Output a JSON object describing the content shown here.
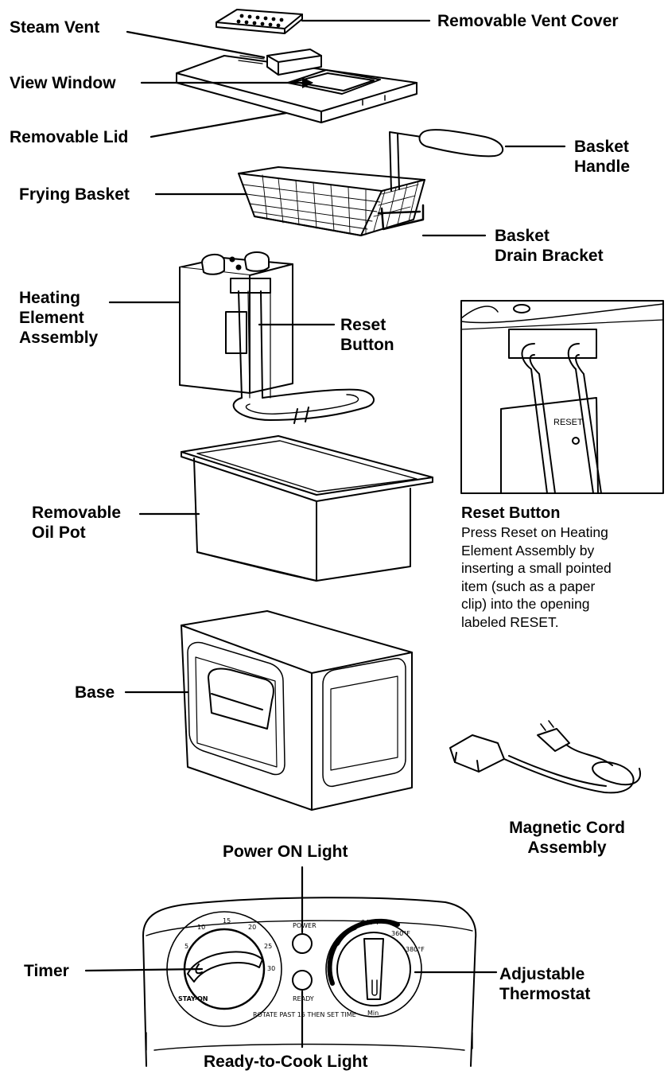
{
  "labels": {
    "removable_vent_cover": "Removable Vent Cover",
    "steam_vent": "Steam Vent",
    "view_window": "View Window",
    "removable_lid": "Removable Lid",
    "basket_handle": [
      "Basket",
      "Handle"
    ],
    "frying_basket": "Frying Basket",
    "basket_drain_bracket": [
      "Basket",
      "Drain Bracket"
    ],
    "heating_element_assembly": [
      "Heating",
      "Element",
      "Assembly"
    ],
    "reset_button": [
      "Reset",
      "Button"
    ],
    "removable_oil_pot": [
      "Removable",
      "Oil Pot"
    ],
    "base": "Base",
    "magnetic_cord_assembly": [
      "Magnetic Cord",
      "Assembly"
    ],
    "power_on_light": "Power ON Light",
    "timer": "Timer",
    "adjustable_thermostat": [
      "Adjustable",
      "Thermostat"
    ],
    "ready_to_cook_light": "Ready-to-Cook Light"
  },
  "reset_note": {
    "title": "Reset Button",
    "lines": [
      "Press Reset on Heating",
      "Element Assembly by",
      "inserting a small pointed",
      "item (such as a paper",
      "clip) into the opening",
      "labeled RESET."
    ]
  },
  "inset": {
    "reset_label": "RESET"
  },
  "control_panel": {
    "power_label": "POWER",
    "ready_label": "READY",
    "timer_marks": [
      "10",
      "15",
      "20",
      "25",
      "30",
      "5"
    ],
    "timer_stay_on": "STAY-ON",
    "timer_note": "ROTATE PAST 15 THEN SET TIME",
    "thermostat_marks": [
      "340°F",
      "360°F",
      "380°F"
    ],
    "thermostat_min": "Min"
  }
}
